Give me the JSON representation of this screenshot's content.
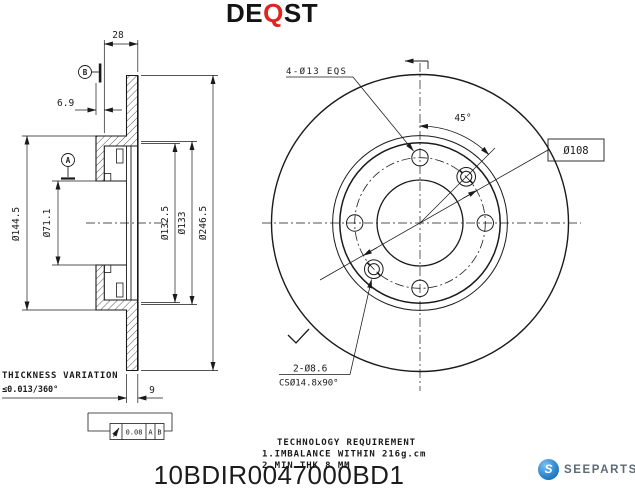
{
  "header": {
    "brand_de": "DE",
    "brand_q": "Q",
    "brand_st": "ST"
  },
  "side_view": {
    "dim_hat_height": "28",
    "dim_pilot_depth": "6.9",
    "dim_flange_od": "Ø144.5",
    "dim_center_bore": "Ø71.1",
    "dim_braking_inner": "Ø132.5",
    "dim_hub_od": "Ø133",
    "dim_disc_od": "Ø246.5",
    "dim_thickness": "9",
    "datum_a": "A",
    "datum_b": "B",
    "thickness_note_line1": "THICKNESS VARIATION",
    "thickness_note_line2": "≤0.013/360°",
    "runout_tolerance": "0.08",
    "runout_datum_1": "A",
    "runout_datum_2": "B"
  },
  "front_view": {
    "bolt_holes_label": "4-Ø13 EQS",
    "angle_label": "45°",
    "bolt_circle_dia": "Ø108",
    "screw_holes_label": "2-Ø8.6",
    "countersink_label": "CSØ14.8x90°"
  },
  "tech_notes": {
    "title": "TECHNOLOGY REQUIREMENT",
    "item_1": "1.IMBALANCE WITHIN 216g.cm",
    "item_2": "2.MIN THK 8 MM"
  },
  "part_number": "10BDIR0047000BD1",
  "footer_brand": {
    "name": "SEEPARTS",
    "monogram": "S"
  },
  "colors": {
    "line": "#1a1a1a",
    "brand_red": "#e02420",
    "brand_blue": "#1f76bf",
    "brand_gray": "#5d6b76"
  }
}
